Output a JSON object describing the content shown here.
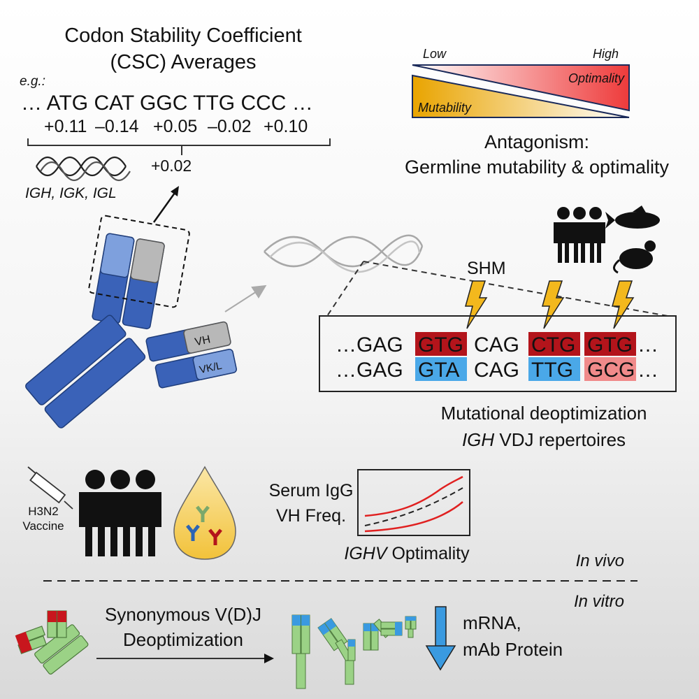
{
  "csc": {
    "title_line1": "Codon Stability Coefficient",
    "title_line2": "(CSC) Averages",
    "eg": "e.g.:",
    "sequence": "… ATG CAT GGC TTG CCC …",
    "values": [
      "+0.11",
      "–0.14",
      "+0.05",
      "–0.02",
      "+0.10"
    ],
    "value_colors": [
      "#d7191c",
      "#2c64b4",
      "#d7191c",
      "#5aa9e6",
      "#f08080"
    ],
    "average": "+0.02",
    "average_color": "#f08080",
    "genes": "IGH, IGK, IGL"
  },
  "antagonism": {
    "low": "Low",
    "high": "High",
    "optimality": "Optimality",
    "mutability": "Mutability",
    "title_line1": "Antagonism:",
    "title_line2": "Germline mutability & optimality"
  },
  "antibody": {
    "vh": "VH",
    "vkl": "VK/L"
  },
  "shm": {
    "label": "SHM",
    "row1": {
      "c1": "…GAG",
      "c2": "GTG",
      "c3": "CAG",
      "c4": "CTG",
      "c5": "GTG",
      "c6": "…"
    },
    "row2": {
      "c1": "…GAG",
      "c2": "GTA",
      "c3": "CAG",
      "c4": "TTG",
      "c5": "GCG",
      "c6": "…"
    },
    "caption_line1": "Mutational deoptimization",
    "caption_line2_italic": "IGH",
    "caption_line2_rest": " VDJ repertoires"
  },
  "vivo": {
    "vaccine_line1": "H3N2",
    "vaccine_line2": "Vaccine",
    "serum_line1": "Serum IgG",
    "serum_line2": "VH Freq.",
    "x_italic": "IGHV",
    "x_rest": " Optimality",
    "in_vivo": "In vivo",
    "in_vitro": "In vitro"
  },
  "vitro": {
    "label_line1": "Synonymous V(D)J",
    "label_line2": "Deoptimization",
    "result_line1": "mRNA,",
    "result_line2": "mAb Protein"
  }
}
